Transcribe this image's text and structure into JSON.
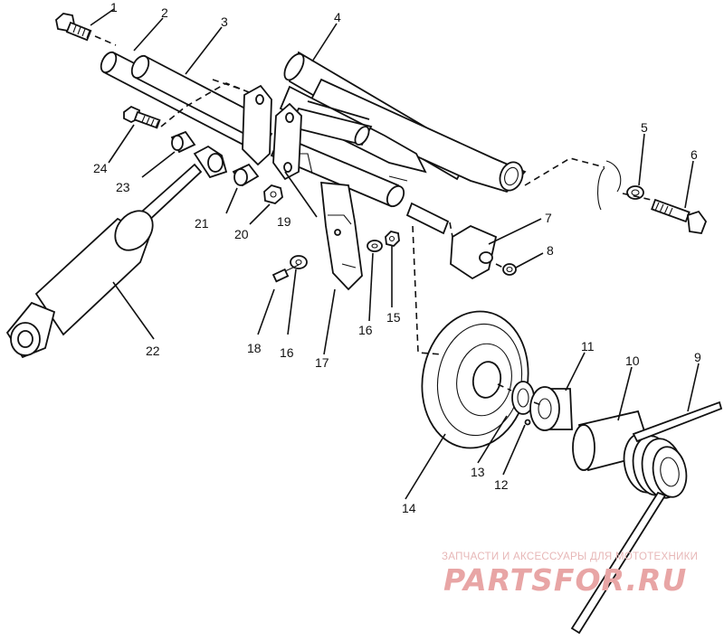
{
  "callouts": [
    "1",
    "2",
    "3",
    "4",
    "5",
    "6",
    "7",
    "8",
    "9",
    "10",
    "11",
    "12",
    "13",
    "14",
    "15",
    "16",
    "16",
    "17",
    "18",
    "19",
    "20",
    "21",
    "22",
    "23",
    "24"
  ],
  "watermark": {
    "tagline": "ЗАПЧАСТИ И АКСЕССУАРЫ ДЛЯ МОТОТЕХНИКИ",
    "logo": "PARTSFOR.RU",
    "color": "#e8a5a5"
  }
}
